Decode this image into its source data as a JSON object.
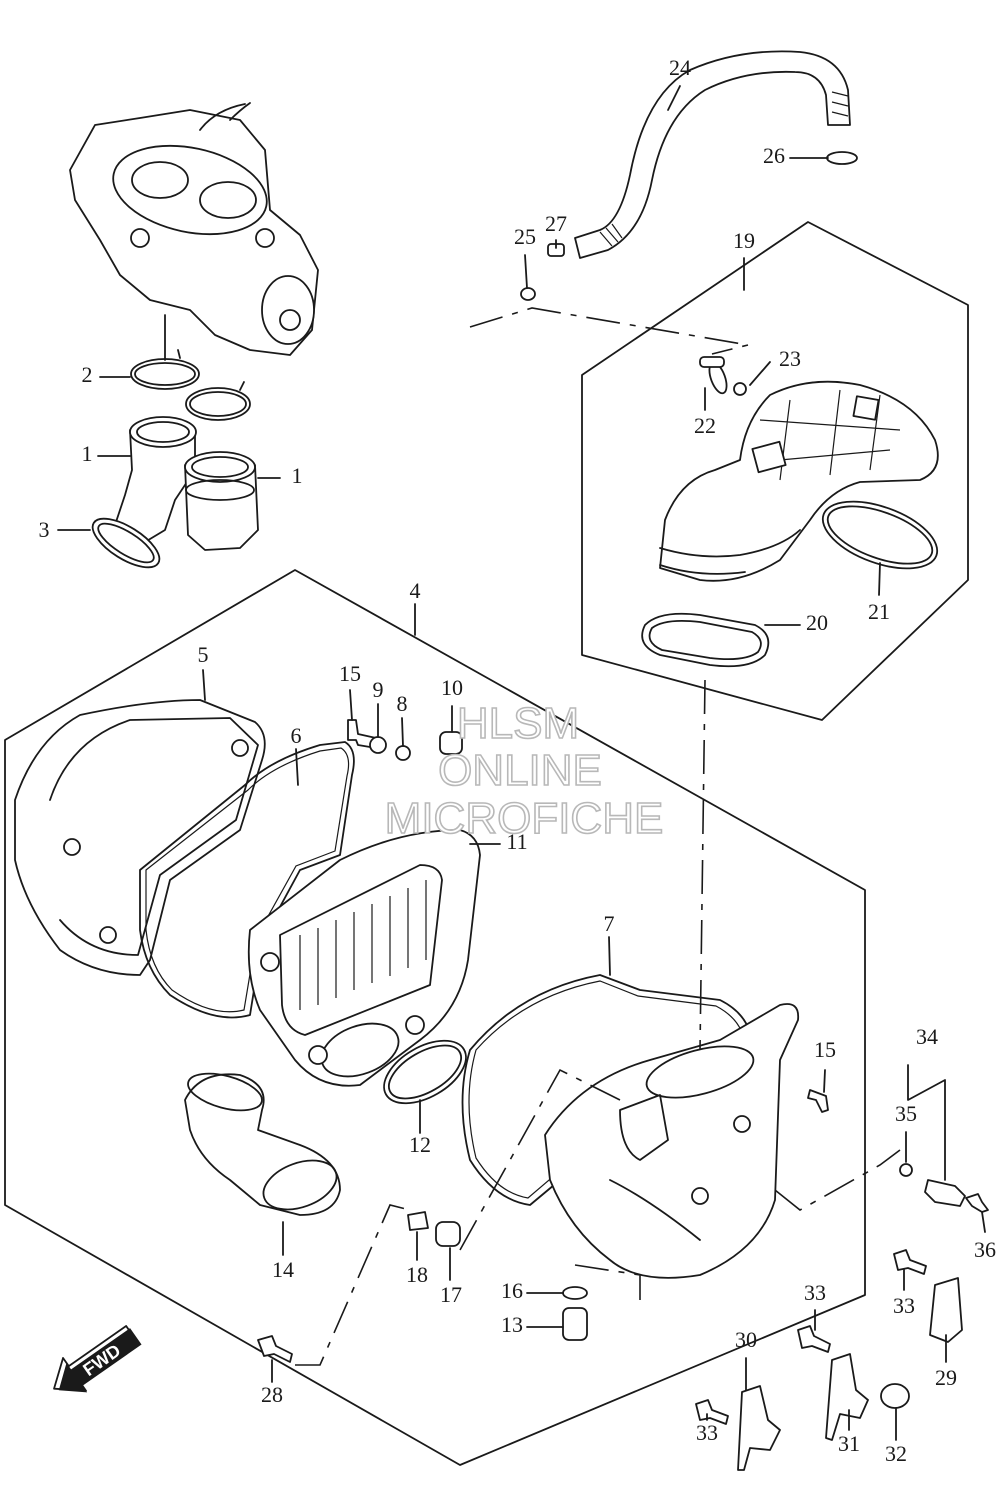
{
  "watermark": [
    "HLSM",
    "ONLINE",
    "MICROFICHE"
  ],
  "fwd_label": "FWD",
  "callouts": [
    {
      "label": "1"
    },
    {
      "label": "1"
    },
    {
      "label": "2"
    },
    {
      "label": "3"
    },
    {
      "label": "4"
    },
    {
      "label": "5"
    },
    {
      "label": "6"
    },
    {
      "label": "7"
    },
    {
      "label": "8"
    },
    {
      "label": "9"
    },
    {
      "label": "10"
    },
    {
      "label": "11"
    },
    {
      "label": "12"
    },
    {
      "label": "13"
    },
    {
      "label": "14"
    },
    {
      "label": "15"
    },
    {
      "label": "15"
    },
    {
      "label": "16"
    },
    {
      "label": "17"
    },
    {
      "label": "18"
    },
    {
      "label": "19"
    },
    {
      "label": "20"
    },
    {
      "label": "21"
    },
    {
      "label": "22"
    },
    {
      "label": "23"
    },
    {
      "label": "24"
    },
    {
      "label": "25"
    },
    {
      "label": "26"
    },
    {
      "label": "27"
    },
    {
      "label": "28"
    },
    {
      "label": "29"
    },
    {
      "label": "30"
    },
    {
      "label": "31"
    },
    {
      "label": "32"
    },
    {
      "label": "33"
    },
    {
      "label": "33"
    },
    {
      "label": "33"
    },
    {
      "label": "34"
    },
    {
      "label": "35"
    },
    {
      "label": "36"
    }
  ]
}
